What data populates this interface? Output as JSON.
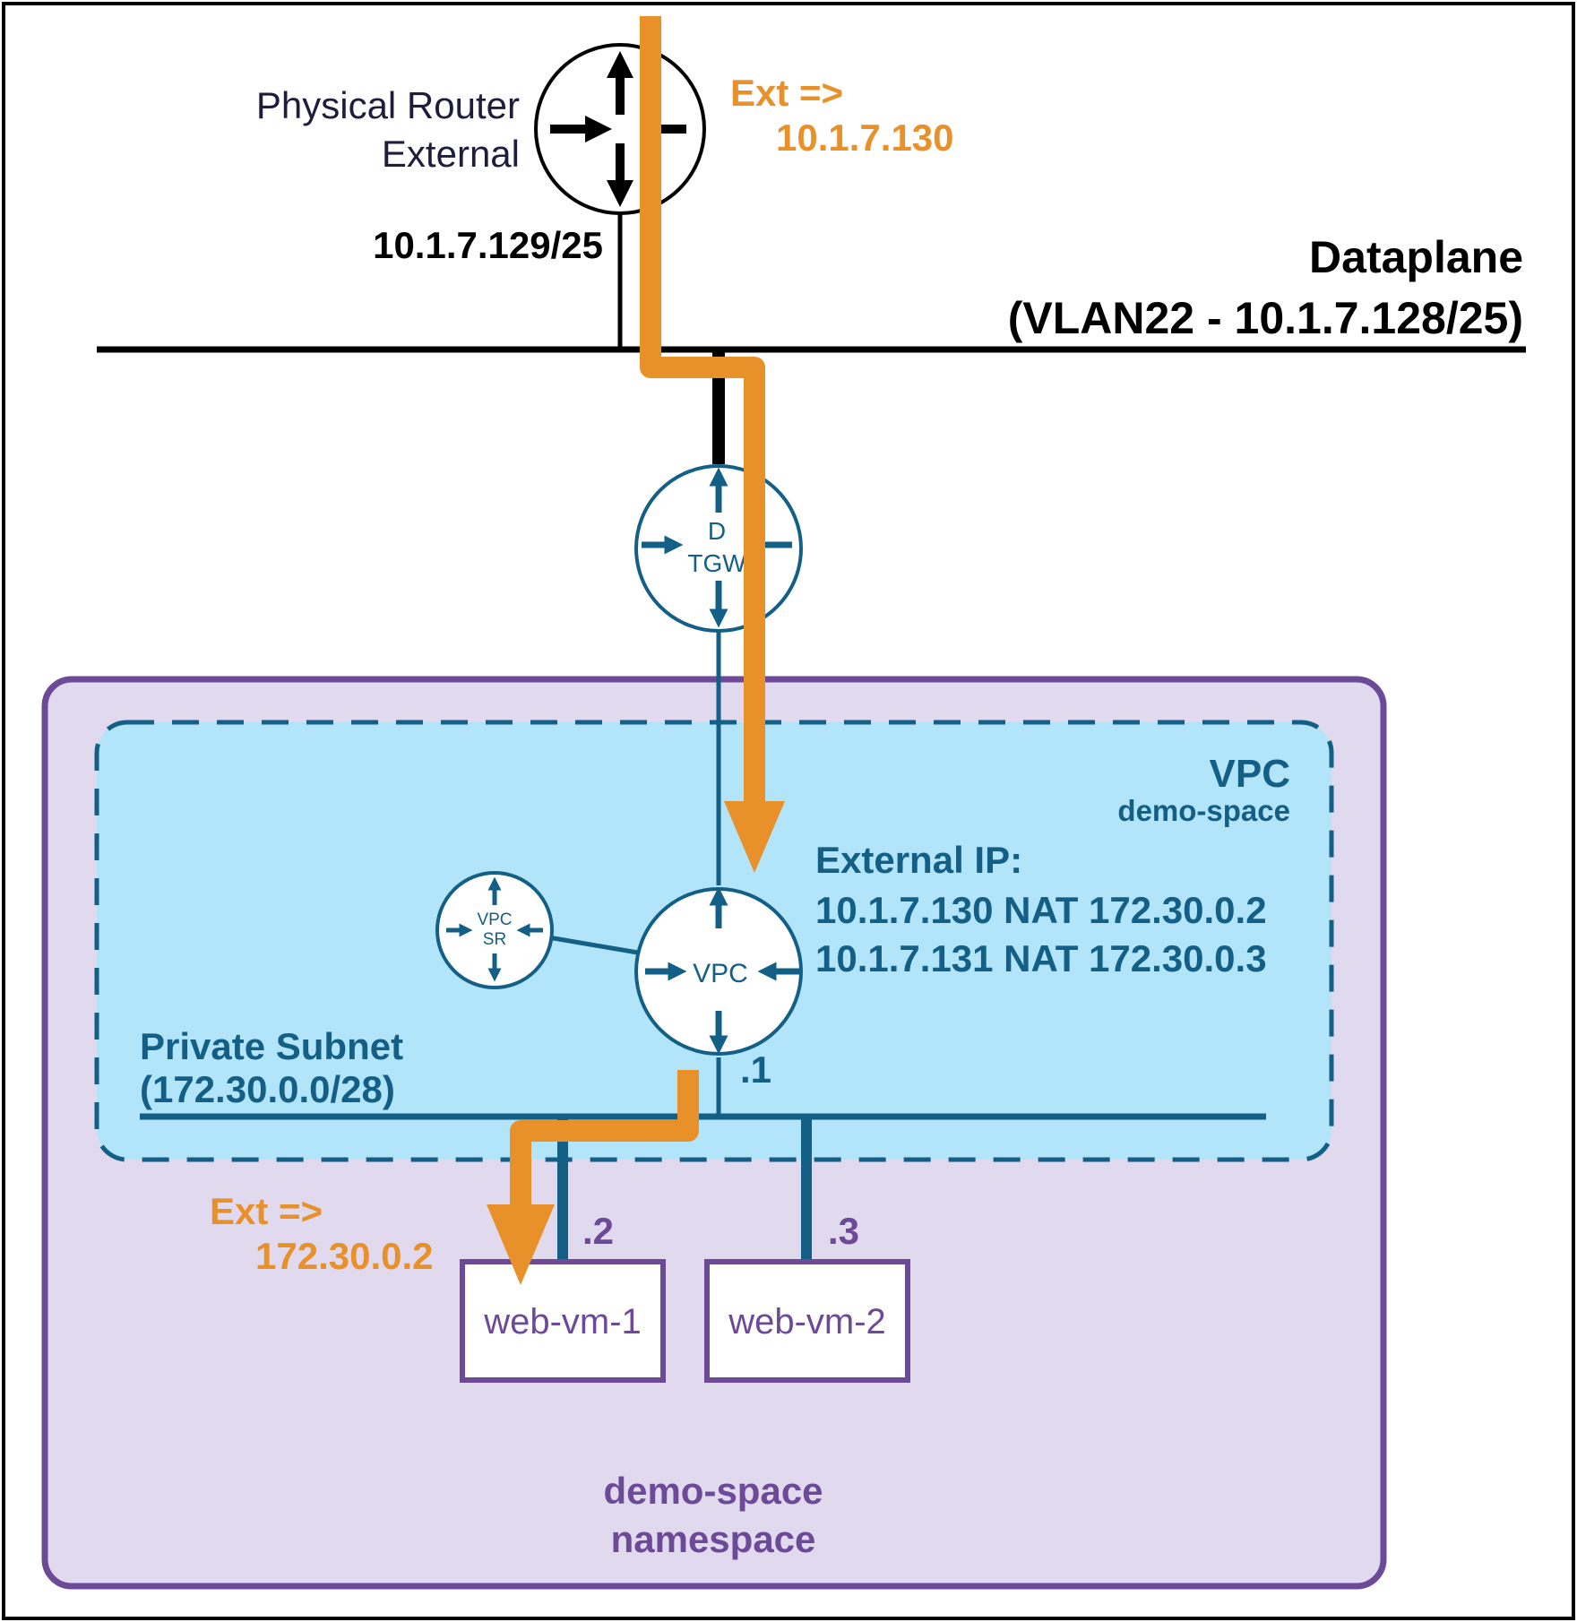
{
  "colors": {
    "frame": "#000000",
    "traffic_path": "#e8912b",
    "vpc_blue": "#135f86",
    "vpc_fill": "#b2e4fa",
    "namespace_border": "#6c4a98",
    "namespace_fill": "#e1d9ed",
    "router_text": "#1e1e3c"
  },
  "router": {
    "label_line1": "Physical Router",
    "label_line2": "External",
    "ip": "10.1.7.129/25",
    "icon": "router-icon"
  },
  "ext_top": {
    "line1": "Ext =>",
    "line2": "10.1.7.130"
  },
  "dataplane": {
    "line1": "Dataplane",
    "line2": "(VLAN22 - 10.1.7.128/25)"
  },
  "dtgw": {
    "line1": "D",
    "line2": "TGW",
    "icon": "router-icon"
  },
  "vpc_area": {
    "title": "VPC",
    "subtitle": "demo-space"
  },
  "external_ip": {
    "title": "External IP:",
    "nat1": "10.1.7.130 NAT 172.30.0.2",
    "nat2": "10.1.7.131 NAT 172.30.0.3"
  },
  "vpc_router": {
    "label": "VPC",
    "icon": "router-icon"
  },
  "vpc_sr": {
    "line1": "VPC",
    "line2": "SR",
    "icon": "router-icon"
  },
  "subnet": {
    "line1": "Private Subnet",
    "line2": "(172.30.0.0/28)",
    "gateway": ".1"
  },
  "ext_bottom": {
    "line1": "Ext =>",
    "line2": "172.30.0.2"
  },
  "vms": [
    {
      "name": "web-vm-1",
      "ip": ".2"
    },
    {
      "name": "web-vm-2",
      "ip": ".3"
    }
  ],
  "namespace": {
    "line1": "demo-space",
    "line2": "namespace"
  }
}
